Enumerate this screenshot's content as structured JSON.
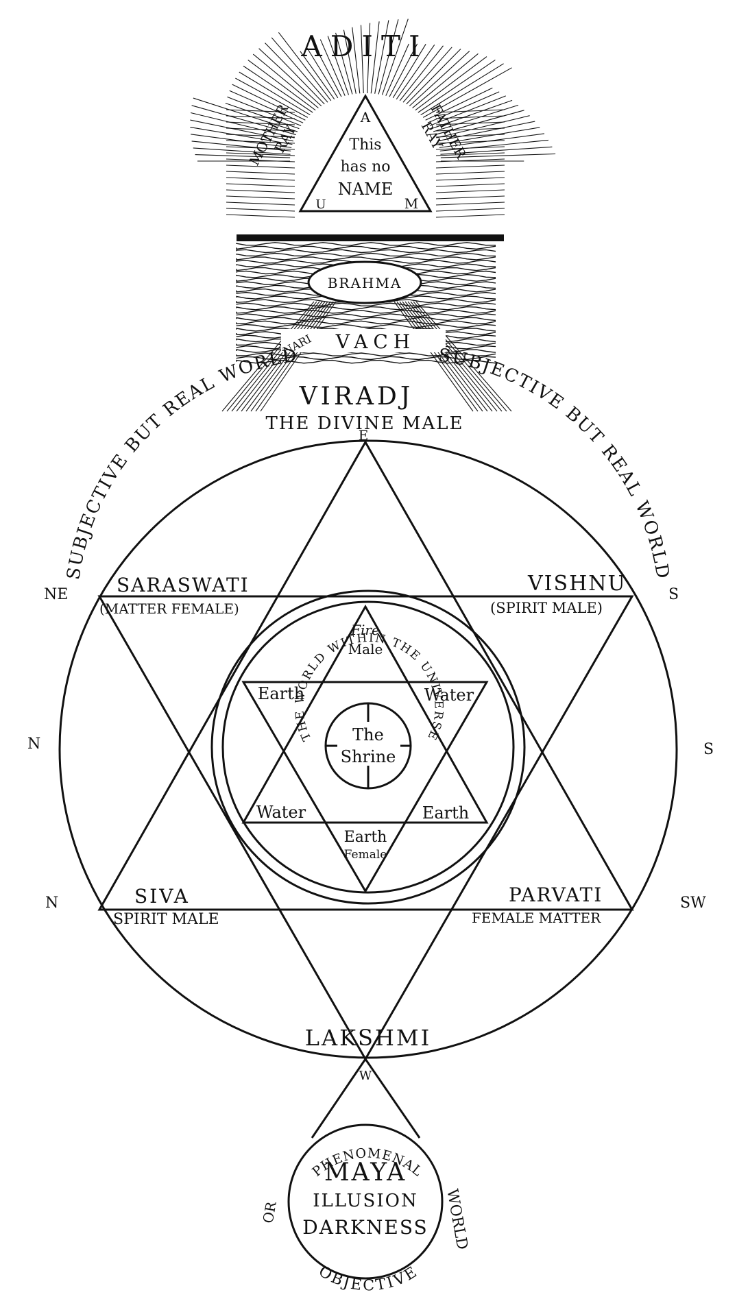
{
  "colors": {
    "ink": "#111111",
    "paper": "#ffffff"
  },
  "top": {
    "aditi": "ADITI",
    "mother_ray_1": "MOTHER",
    "mother_ray_2": "RAY",
    "father_ray_1": "FATHER",
    "father_ray_2": "RAY",
    "triangle": {
      "a": "A",
      "line1": "This",
      "line2": "has no",
      "line3": "NAME",
      "u": "U",
      "m": "M"
    },
    "brahma": "BRAHMA",
    "nari": "NARI",
    "vach": "VACH",
    "viradj": "VIRADJ",
    "divine_male": "THE DIVINE MALE"
  },
  "directions": {
    "e": "E",
    "ne": "NE",
    "s_upper": "S",
    "n_mid": "N",
    "s_mid": "S",
    "n_lower": "N",
    "sw": "SW",
    "w": "W"
  },
  "ring": {
    "left_arc": "SUBJECTIVE BUT REAL WORLD",
    "right_arc": "SUBJECTIVE BUT REAL WORLD"
  },
  "hexagram": {
    "saraswati": "SARASWATI",
    "saraswati_sub": "(MATTER FEMALE)",
    "vishnu": "VISHNU",
    "vishnu_sub": "(SPIRIT MALE)",
    "siva": "SIVA",
    "siva_sub": "SPIRIT MALE",
    "parvati": "PARVATI",
    "parvati_sub": "FEMALE MATTER",
    "lakshmi": "LAKSHMI"
  },
  "inner": {
    "fire": "Fire",
    "fire_male": "Male",
    "earth_left": "Earth",
    "water_right": "Water",
    "water_left": "Water",
    "earth_right": "Earth",
    "earth_bottom": "Earth",
    "earth_female": "Female",
    "ring_text": "THE WORLD WITHIN THE UNIVERSE",
    "shrine_1": "The",
    "shrine_2": "Shrine"
  },
  "bottom": {
    "maya": "MAYA",
    "illusion": "ILLUSION",
    "darkness": "DARKNESS",
    "phenomenal": "PHENOMENAL",
    "world": "WORLD",
    "or": "OR",
    "objective": "OBJECTIVE"
  }
}
